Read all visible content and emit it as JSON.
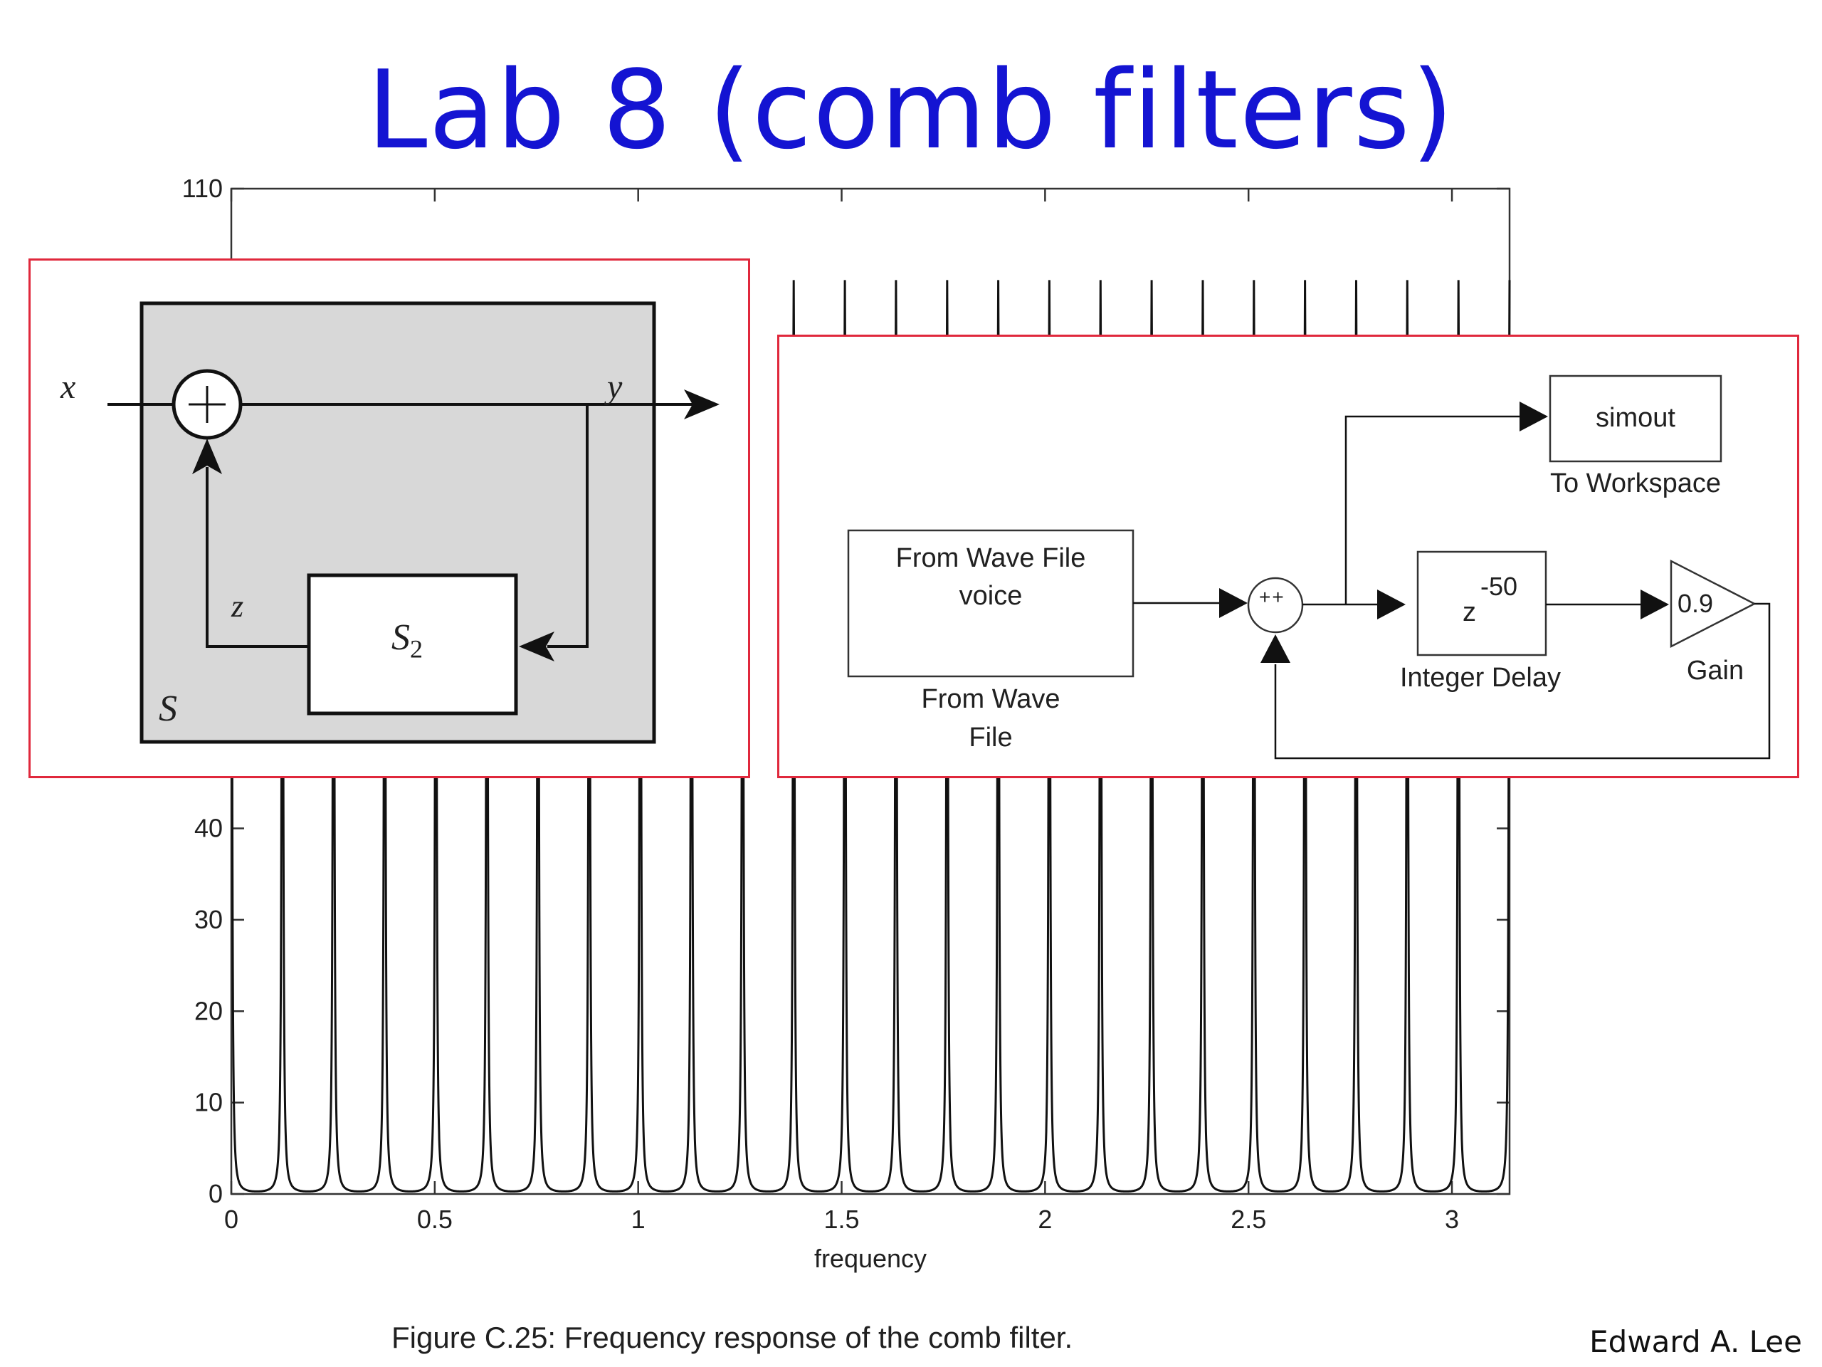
{
  "slide": {
    "title": "Lab 8 (comb filters)",
    "caption": "Figure C.25: Frequency response of the comb filter.",
    "author": "Edward A. Lee"
  },
  "colors": {
    "title": "#1414d2",
    "inset_border": "#e0283c",
    "system_fill": "#d8d8d8"
  },
  "chart_data": {
    "type": "line",
    "title": "",
    "xlabel": "frequency",
    "ylabel": "",
    "xlim": [
      0,
      3.14159
    ],
    "ylim": [
      0,
      110
    ],
    "x_ticks": [
      0,
      0.5,
      1,
      1.5,
      2,
      2.5,
      3
    ],
    "x_tick_labels": [
      "0",
      "0.5",
      "1",
      "1.5",
      "2",
      "2.5",
      "3"
    ],
    "y_ticks_visible": [
      0,
      10,
      20,
      30,
      40,
      110
    ],
    "y_tick_labels": [
      "0",
      "10",
      "20",
      "30",
      "40",
      "110"
    ],
    "grid": false,
    "series": [
      {
        "delay_samples": 50,
        "feedback_gain": 0.9,
        "peak_frequencies": [
          0,
          0.1257,
          0.2513,
          0.377,
          0.5027,
          0.6283,
          0.754,
          0.8796,
          1.0053,
          1.131,
          1.2566,
          1.3823,
          1.508,
          1.6336,
          1.7593,
          1.885,
          2.0106,
          2.1363,
          2.2619,
          2.3876,
          2.5133,
          2.6389,
          2.7646,
          2.8903,
          3.0159
        ],
        "peak_value": 100,
        "trough_value": 0.28
      }
    ]
  },
  "left_diagram": {
    "input_label": "x",
    "output_label": "y",
    "feedback_label": "z",
    "system_label": "S",
    "subsystem_label": "S",
    "subsystem_subscript": "2"
  },
  "right_diagram": {
    "source_block_line1": "From Wave File",
    "source_block_line2": "voice",
    "source_caption_line1": "From Wave",
    "source_caption_line2": "File",
    "sum_signs": "++",
    "delay_base": "z",
    "delay_exponent": "-50",
    "delay_caption": "Integer Delay",
    "gain_value": "0.9",
    "gain_caption": "Gain",
    "sink_block": "simout",
    "sink_caption": "To Workspace"
  }
}
